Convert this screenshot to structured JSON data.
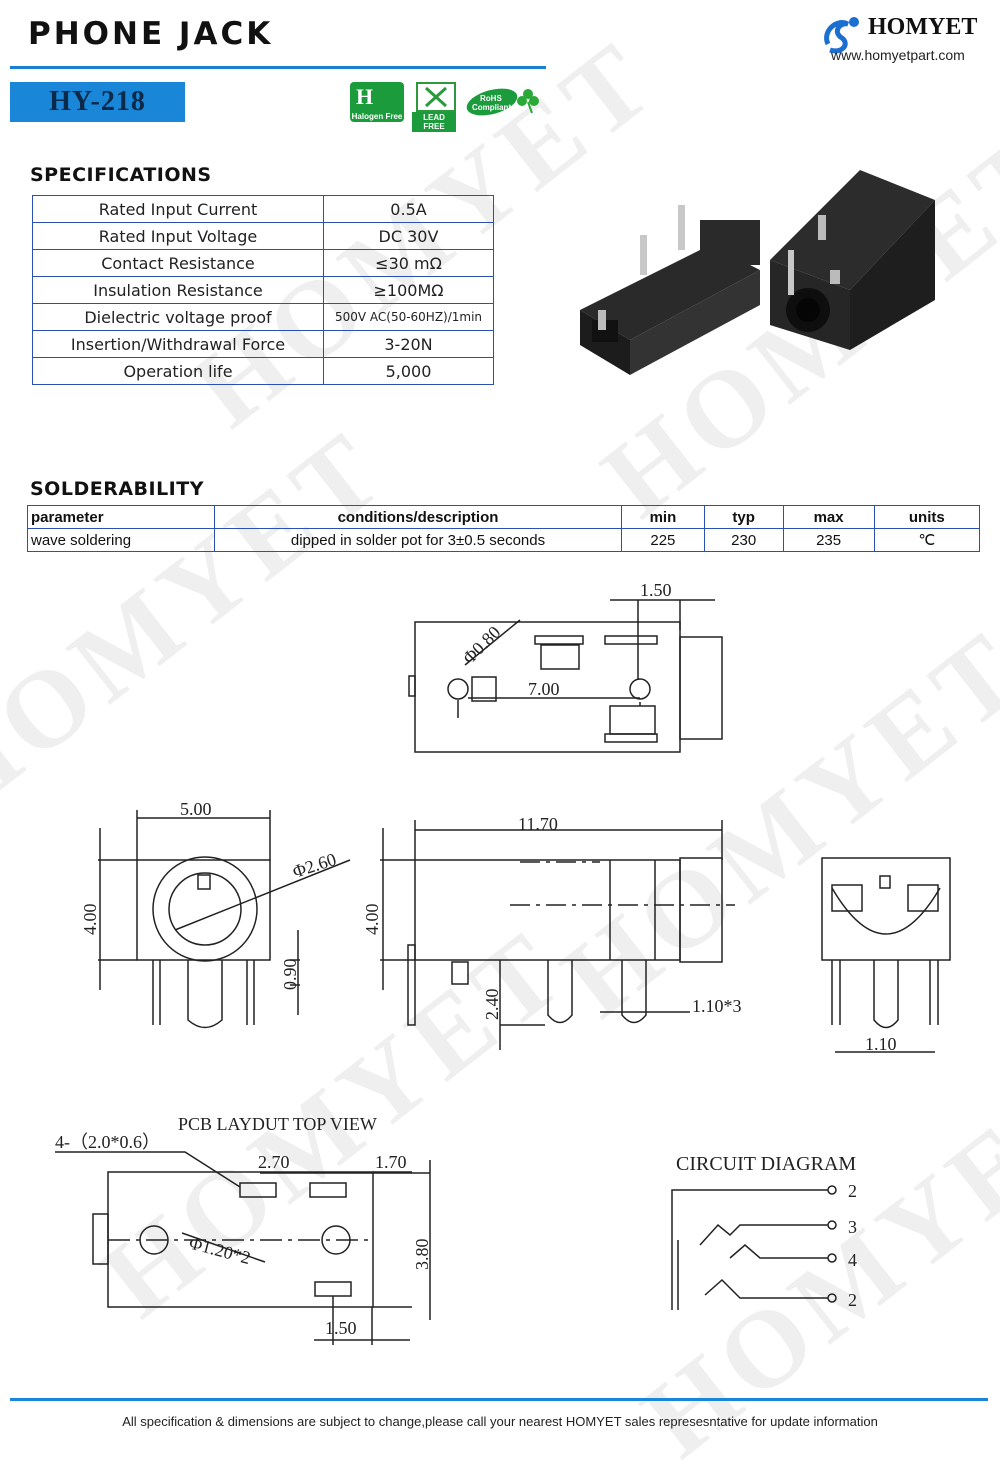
{
  "header": {
    "title": "PHONE JACK",
    "model": "HY-218",
    "brand": "HOMYET",
    "website": "www.homyetpart.com",
    "badges": {
      "halogen": "Halogen Free",
      "lead": "LEAD FREE",
      "rohs_top": "RoHS",
      "rohs_bottom": "Compliant"
    }
  },
  "specifications": {
    "heading": "SPECIFICATIONS",
    "rows": [
      {
        "param": "Rated Input Current",
        "value": "0.5A"
      },
      {
        "param": "Rated Input Voltage",
        "value": "DC  30V"
      },
      {
        "param": "Contact Resistance",
        "value": "≤30  mΩ"
      },
      {
        "param": "Insulation Resistance",
        "value": "≥100MΩ"
      },
      {
        "param": "Dielectric voltage proof",
        "value": "500V AC(50-60HZ)/1min"
      },
      {
        "param": "Insertion/Withdrawal Force",
        "value": "3-20N"
      },
      {
        "param": "Operation life",
        "value": "5,000"
      }
    ]
  },
  "solderability": {
    "heading": "SOLDERABILITY",
    "columns": [
      "parameter",
      "conditions/description",
      "min",
      "typ",
      "max",
      "units"
    ],
    "row": {
      "parameter": "wave soldering",
      "conditions": "dipped in solder pot for 3±0.5 seconds",
      "min": "225",
      "typ": "230",
      "max": "235",
      "units": "℃"
    }
  },
  "drawing": {
    "top_view": {
      "d1": "1.50",
      "d2": "Φ0.80",
      "d3": "7.00"
    },
    "front_view": {
      "width": "5.00",
      "height": "4.00",
      "hole": "Φ2.60",
      "pin": "0.90"
    },
    "side_view": {
      "length": "11.70",
      "height": "4.00",
      "pin_h": "2.40",
      "pins": "1.10*3"
    },
    "end_view": {
      "pin": "1.10"
    },
    "pcb": {
      "title": "PCB LAYDUT TOP VIEW",
      "pads": "4-（2.0*0.6）",
      "d1": "2.70",
      "d2": "1.70",
      "hole": "Φ1.20*2",
      "h": "3.80",
      "d3": "1.50"
    },
    "circuit": {
      "title": "CIRCUIT DIAGRAM",
      "pins": [
        "2",
        "3",
        "4",
        "2"
      ]
    }
  },
  "footer": "All specification & dimensions are subject to change,please call your nearest HOMYET sales represesntative for update information",
  "colors": {
    "accent": "#1a86d8",
    "table_border": "#2a4fb5"
  }
}
